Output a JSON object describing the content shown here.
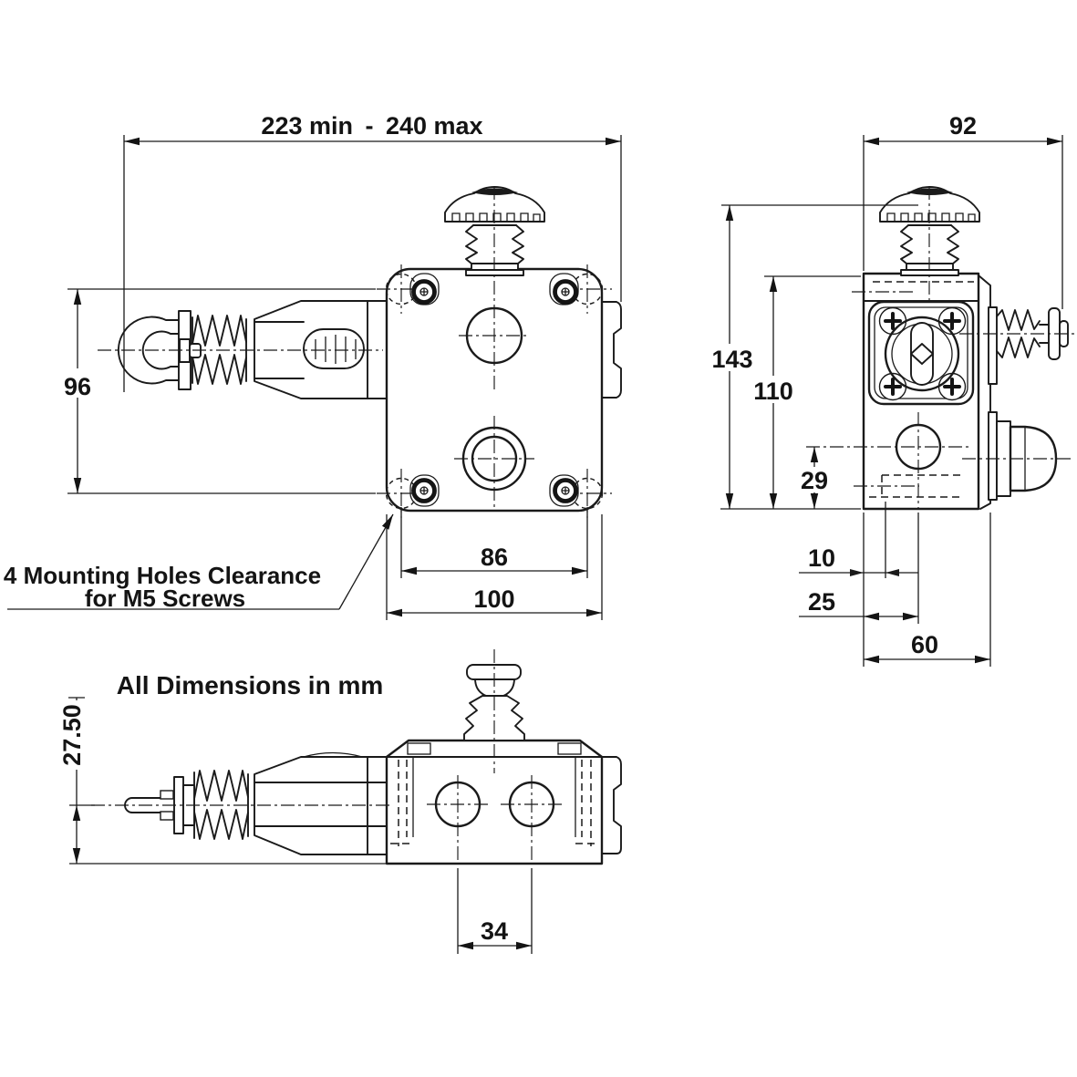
{
  "annotations": {
    "units_note": "All Dimensions in mm",
    "mounting_note_line1": "4 Mounting Holes Clearance",
    "mounting_note_line2": "for M5 Screws"
  },
  "dimensions": {
    "front": {
      "overall_length": "223 min - 240 max",
      "mount_hole_vertical_spacing": "96",
      "mount_hole_horizontal_spacing": "86",
      "body_width": "100"
    },
    "side": {
      "overall_width": "92",
      "overall_height": "143",
      "body_height": "110",
      "cable_entry_height": "29",
      "conduit_edge_offset": "10",
      "cable_entry_offset": "25",
      "body_depth": "60"
    },
    "top": {
      "rope_axis_height": "27.50",
      "cable_entry_spacing": "34"
    }
  }
}
